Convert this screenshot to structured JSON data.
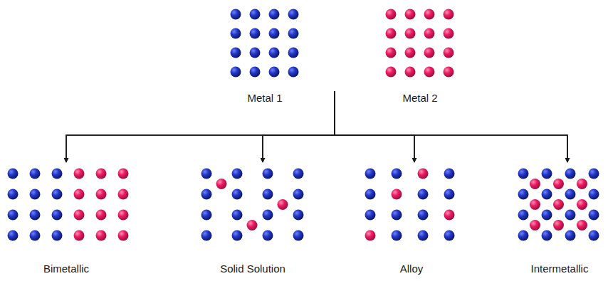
{
  "diagram": {
    "nodes": [
      {
        "text": [
          "Metal 1"
        ]
      },
      {
        "text": [
          "Metal 2"
        ]
      },
      {
        "text": [
          "Bimetallic"
        ]
      },
      {
        "text": [
          "Solid Solution"
        ]
      },
      {
        "text": [
          "Alloy"
        ]
      },
      {
        "text": [
          "Intermetallic"
        ]
      }
    ],
    "edges": [
      {
        "from": 0,
        "to": 2,
        "arrow": "to"
      },
      {
        "from": 0,
        "to": 3,
        "arrow": "to"
      },
      {
        "from": 0,
        "to": 4,
        "arrow": "to"
      },
      {
        "from": 0,
        "to": 5,
        "arrow": "to"
      },
      {
        "from": 1,
        "to": 2,
        "arrow": "to"
      },
      {
        "from": 1,
        "to": 3,
        "arrow": "to"
      },
      {
        "from": 1,
        "to": 4,
        "arrow": "to"
      },
      {
        "from": 1,
        "to": 5,
        "arrow": "to"
      }
    ]
  }
}
